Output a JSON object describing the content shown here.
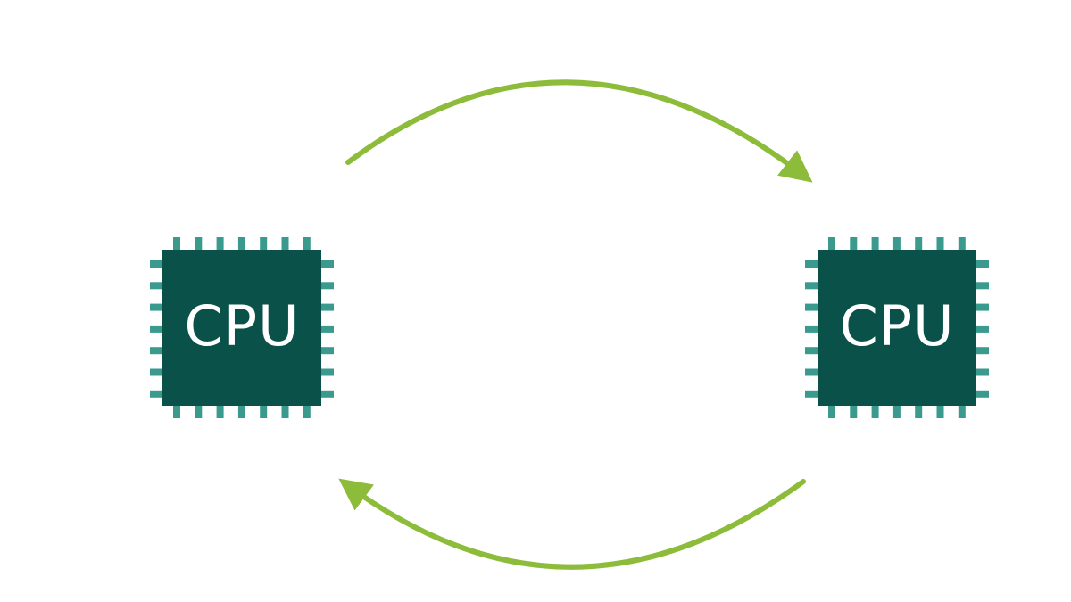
{
  "colors": {
    "background": "#ffffff",
    "chip_body": "#0a514a",
    "chip_pins": "#3a9a8e",
    "chip_text": "#ffffff",
    "arrow": "#8dbb3a"
  },
  "chips": [
    {
      "id": "left",
      "label": "CPU"
    },
    {
      "id": "right",
      "label": "CPU"
    }
  ],
  "arrows": [
    {
      "id": "top",
      "from": "left",
      "to": "right"
    },
    {
      "id": "bottom",
      "from": "right",
      "to": "left"
    }
  ]
}
